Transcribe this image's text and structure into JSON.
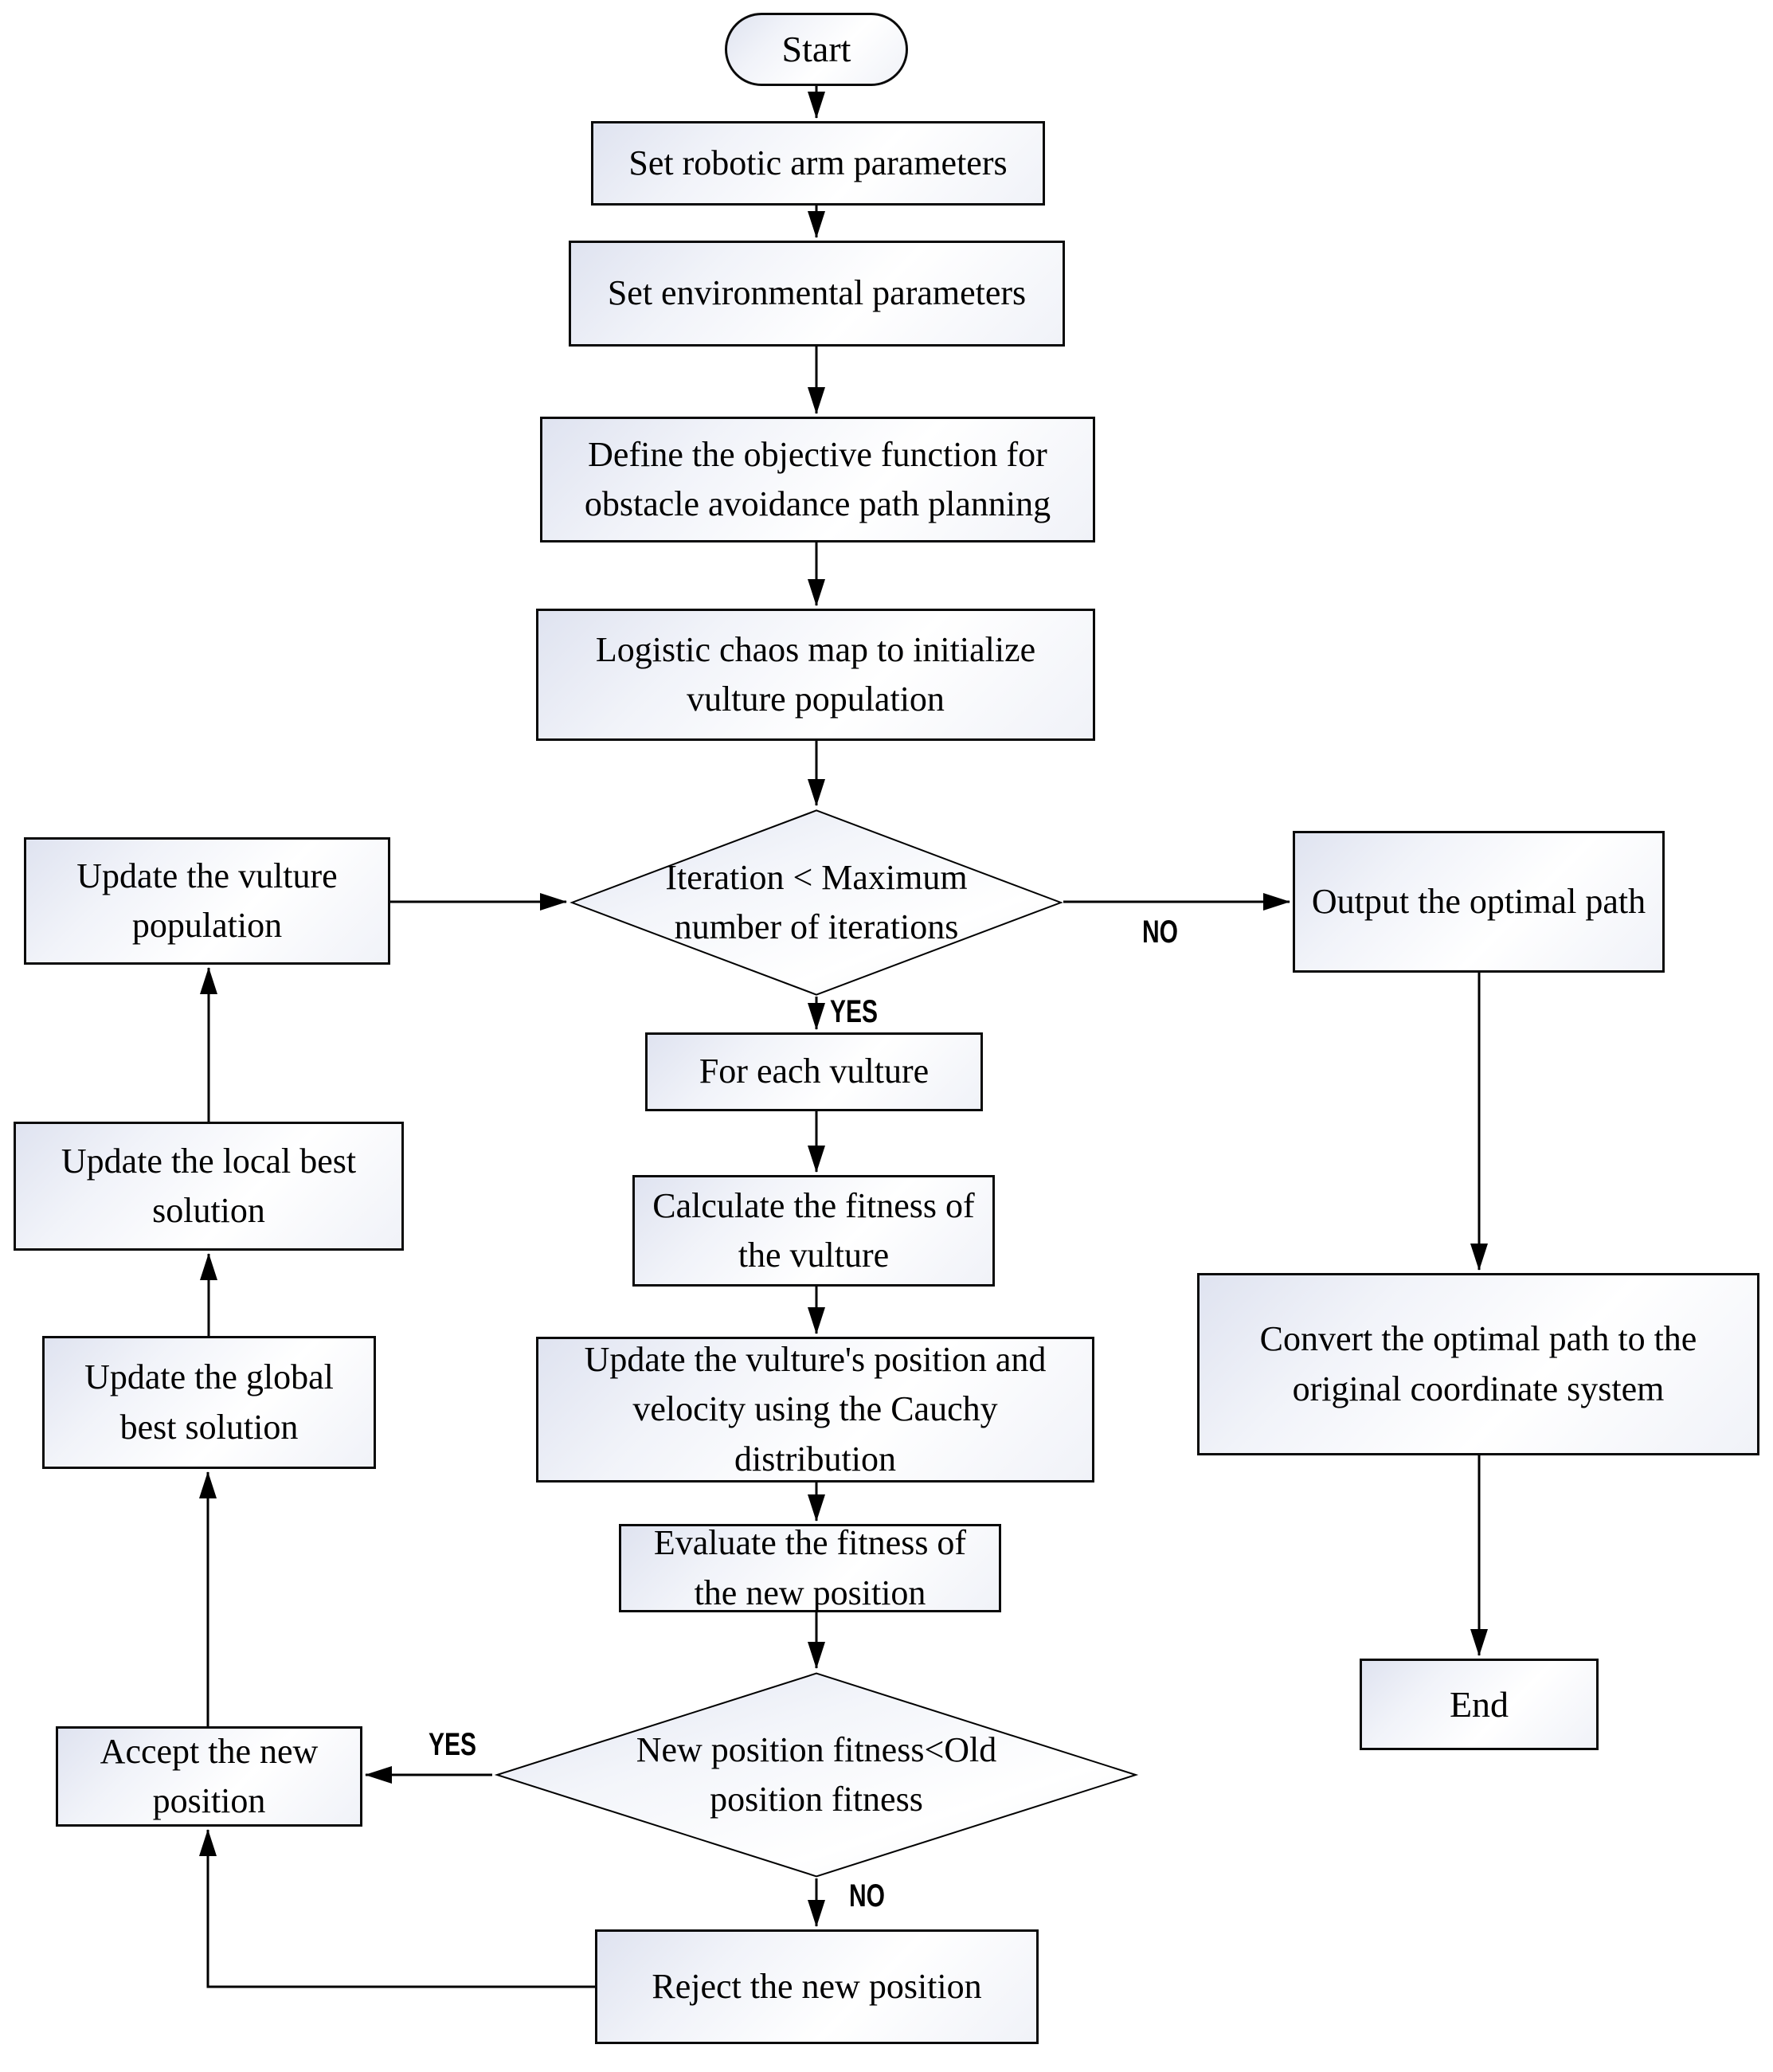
{
  "nodes": {
    "start": "Start",
    "set_arm": "Set robotic arm parameters",
    "set_env": "Set environmental parameters",
    "define_obj": "Define the objective function for obstacle avoidance path planning",
    "logistic": "Logistic chaos map to initialize vulture population",
    "iter_check": "Iteration < Maximum number of iterations",
    "for_each": "For each vulture",
    "calc_fitness": "Calculate the fitness of the vulture",
    "update_pos": "Update the vulture's position and velocity using the Cauchy distribution",
    "eval_fitness": "Evaluate the fitness of the new position",
    "fitness_check": "New position fitness<Old position fitness",
    "accept": "Accept the new position",
    "reject": "Reject the new position",
    "update_pop": "Update the vulture population",
    "update_local": "Update the local best solution",
    "update_global": "Update the global best solution",
    "output_path": "Output the optimal path",
    "convert_path": "Convert the optimal path to the original coordinate system",
    "end": "End"
  },
  "edge_labels": {
    "iter_yes": "YES",
    "iter_no": "NO",
    "fit_yes": "YES",
    "fit_no": "NO"
  },
  "colors": {
    "node_border": "#0a0a0a",
    "node_fill_edge": "#dfe3f0",
    "node_fill_center": "#ffffff",
    "line": "#000000",
    "text": "#000000"
  }
}
